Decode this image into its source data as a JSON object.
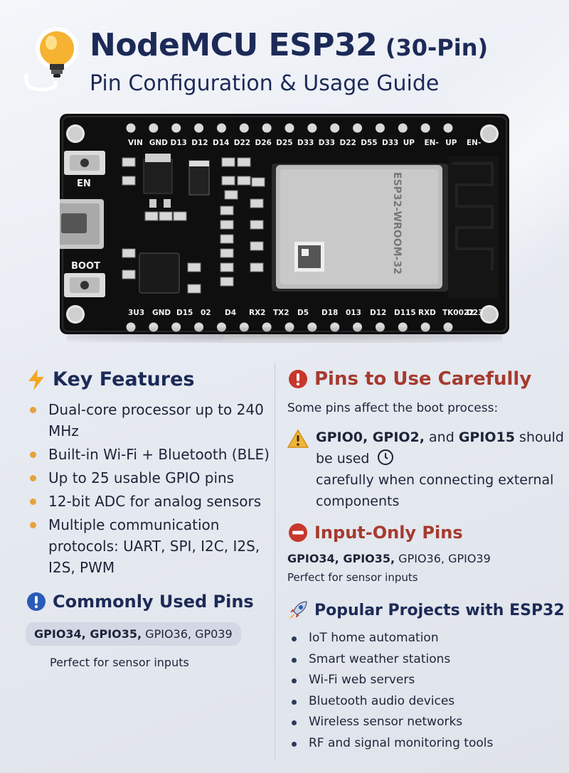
{
  "header": {
    "title": "NodeMCU ESP32",
    "title_suffix": "(30-Pin)",
    "subtitle": "Pin Configuration & Usage Guide"
  },
  "board": {
    "top_pins": [
      "VIN",
      "GND",
      "D13",
      "D12",
      "D14",
      "D22",
      "D26",
      "D25",
      "D33",
      "D33",
      "D22",
      "D55",
      "D33",
      "UP",
      "EN-",
      "UP",
      "EN-"
    ],
    "bottom_pins": [
      "3U3",
      "GND",
      "D15",
      "02",
      "D4",
      "RX2",
      "TX2",
      "D5",
      "D18",
      "013",
      "D12",
      "D115",
      "RXD",
      "TK0022",
      "D23"
    ],
    "button_en_label": "EN",
    "button_boot_label": "BOOT",
    "module_label": "ESP32-WROOM-32"
  },
  "key_features": {
    "title": "Key Features",
    "items": [
      "Dual-core processor up to 240 MHz",
      "Built-in Wi-Fi + Bluetooth (BLE)",
      "Up to 25 usable GPIO pins",
      "12-bit ADC for analog sensors",
      "Multiple communication protocols: UART, SPI, I2C, I2S, I2S, PWM"
    ]
  },
  "common_pins": {
    "title": "Commonly Used Pins",
    "pill_bold": "GPIO34, GPIO35,",
    "pill_rest": " GPIO36, GP039",
    "note": "Perfect for sensor inputs"
  },
  "careful": {
    "title": "Pins to Use Carefully",
    "intro": "Some pins affect the boot process:",
    "warn_bold_1": "GPIO0, GPIO2,",
    "warn_mid": " and ",
    "warn_bold_2": "GPIO15",
    "warn_rest": " should be used",
    "warn_rest2": "carefully when connecting external components"
  },
  "input_only": {
    "title": "Input-Only Pins",
    "pins_bold": "GPIO34, GPIO35,",
    "pins_rest": " GPIO36, GPIO39",
    "note": "Perfect for sensor inputs"
  },
  "projects": {
    "title": "Popular Projects with ESP32",
    "items": [
      "IoT home automation",
      "Smart weather stations",
      "Wi-Fi web servers",
      "Bluetooth audio devices",
      "Wireless sensor networks",
      "RF and signal monitoring tools"
    ]
  },
  "colors": {
    "navy": "#1c2a57",
    "warning_red": "#a63a2e",
    "bullet_orange": "#e6a23c",
    "board_black": "#111111"
  }
}
